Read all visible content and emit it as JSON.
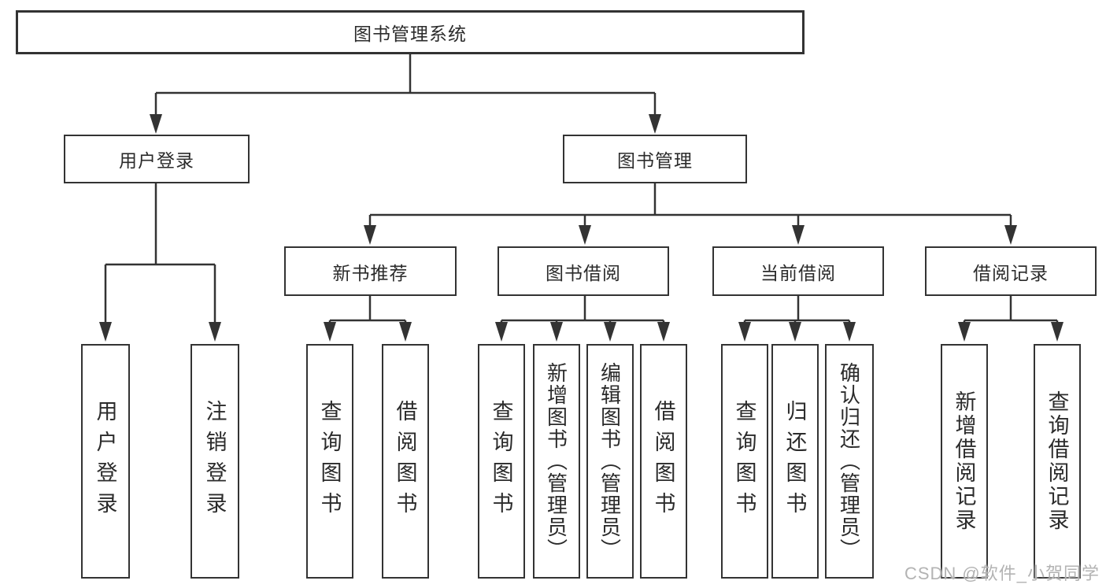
{
  "tree": {
    "root": "图书管理系统",
    "branches": [
      {
        "label": "用户登录",
        "children": [
          "用户登录",
          "注销登录"
        ]
      },
      {
        "label": "图书管理",
        "sections": [
          {
            "label": "新书推荐",
            "children": [
              "查询图书",
              "借阅图书"
            ]
          },
          {
            "label": "图书借阅",
            "children": [
              "查询图书",
              "新增图书（管理员）",
              "编辑图书（管理员）",
              "借阅图书"
            ]
          },
          {
            "label": "当前借阅",
            "children": [
              "查询图书",
              "归还图书",
              "确认归还（管理员）"
            ]
          },
          {
            "label": "借阅记录",
            "children": [
              "新增借阅记录",
              "查询借阅记录"
            ]
          }
        ]
      }
    ]
  },
  "watermark": "CSDN @软件_小贺同学",
  "colors": {
    "line": "#333333",
    "box_border": "#333333",
    "text": "#2b2b2b",
    "background": "#ffffff",
    "watermark": "#b3b3b3"
  }
}
